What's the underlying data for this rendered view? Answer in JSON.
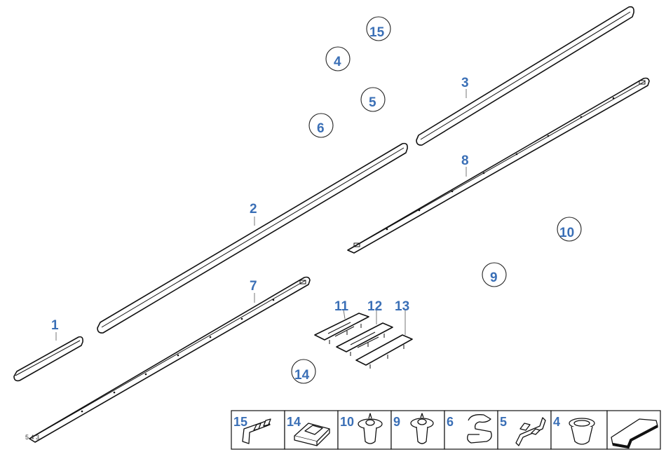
{
  "callouts": {
    "c1": "1",
    "c2": "2",
    "c3": "3",
    "c4": "4",
    "c5": "5",
    "c6": "6",
    "c7": "7",
    "c8": "8",
    "c9": "9",
    "c10": "10",
    "c11": "11",
    "c12": "12",
    "c13": "13",
    "c14": "14",
    "c15": "15"
  },
  "legend": {
    "cells": [
      "15",
      "14",
      "10",
      "9",
      "6",
      "5",
      "4",
      ""
    ]
  },
  "corner_id": "5 4 3"
}
